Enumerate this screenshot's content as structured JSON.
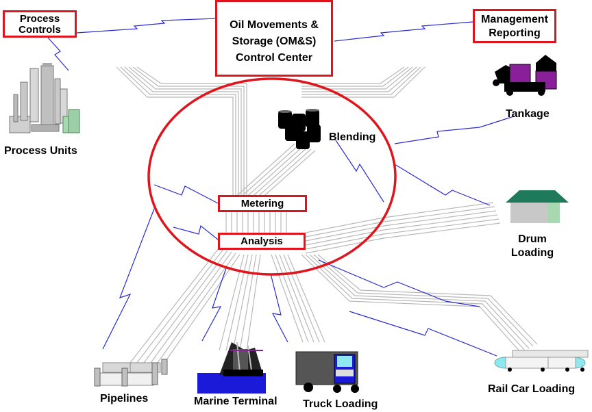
{
  "control_center": "Oil Movements &\nStorage (OM&S)\nControl Center",
  "process_controls": "Process\nControls",
  "management_reporting": "Management\nReporting",
  "process_units": "Process Units",
  "tankage": "Tankage",
  "blending": "Blending",
  "metering": "Metering",
  "analysis": "Analysis",
  "drum_loading": "Drum\nLoading",
  "pipelines": "Pipelines",
  "marine_terminal": "Marine Terminal",
  "truck_loading": "Truck Loading",
  "rail_car_loading": "Rail Car Loading",
  "colors": {
    "accent_red": "#e0141c",
    "link_blue": "#2a2ad0",
    "pipe_gray": "#b8b8b8",
    "drum_green": "#1f7a5c",
    "tank_purple": "#8a1f9a",
    "water_blue": "#1a1ad8"
  }
}
